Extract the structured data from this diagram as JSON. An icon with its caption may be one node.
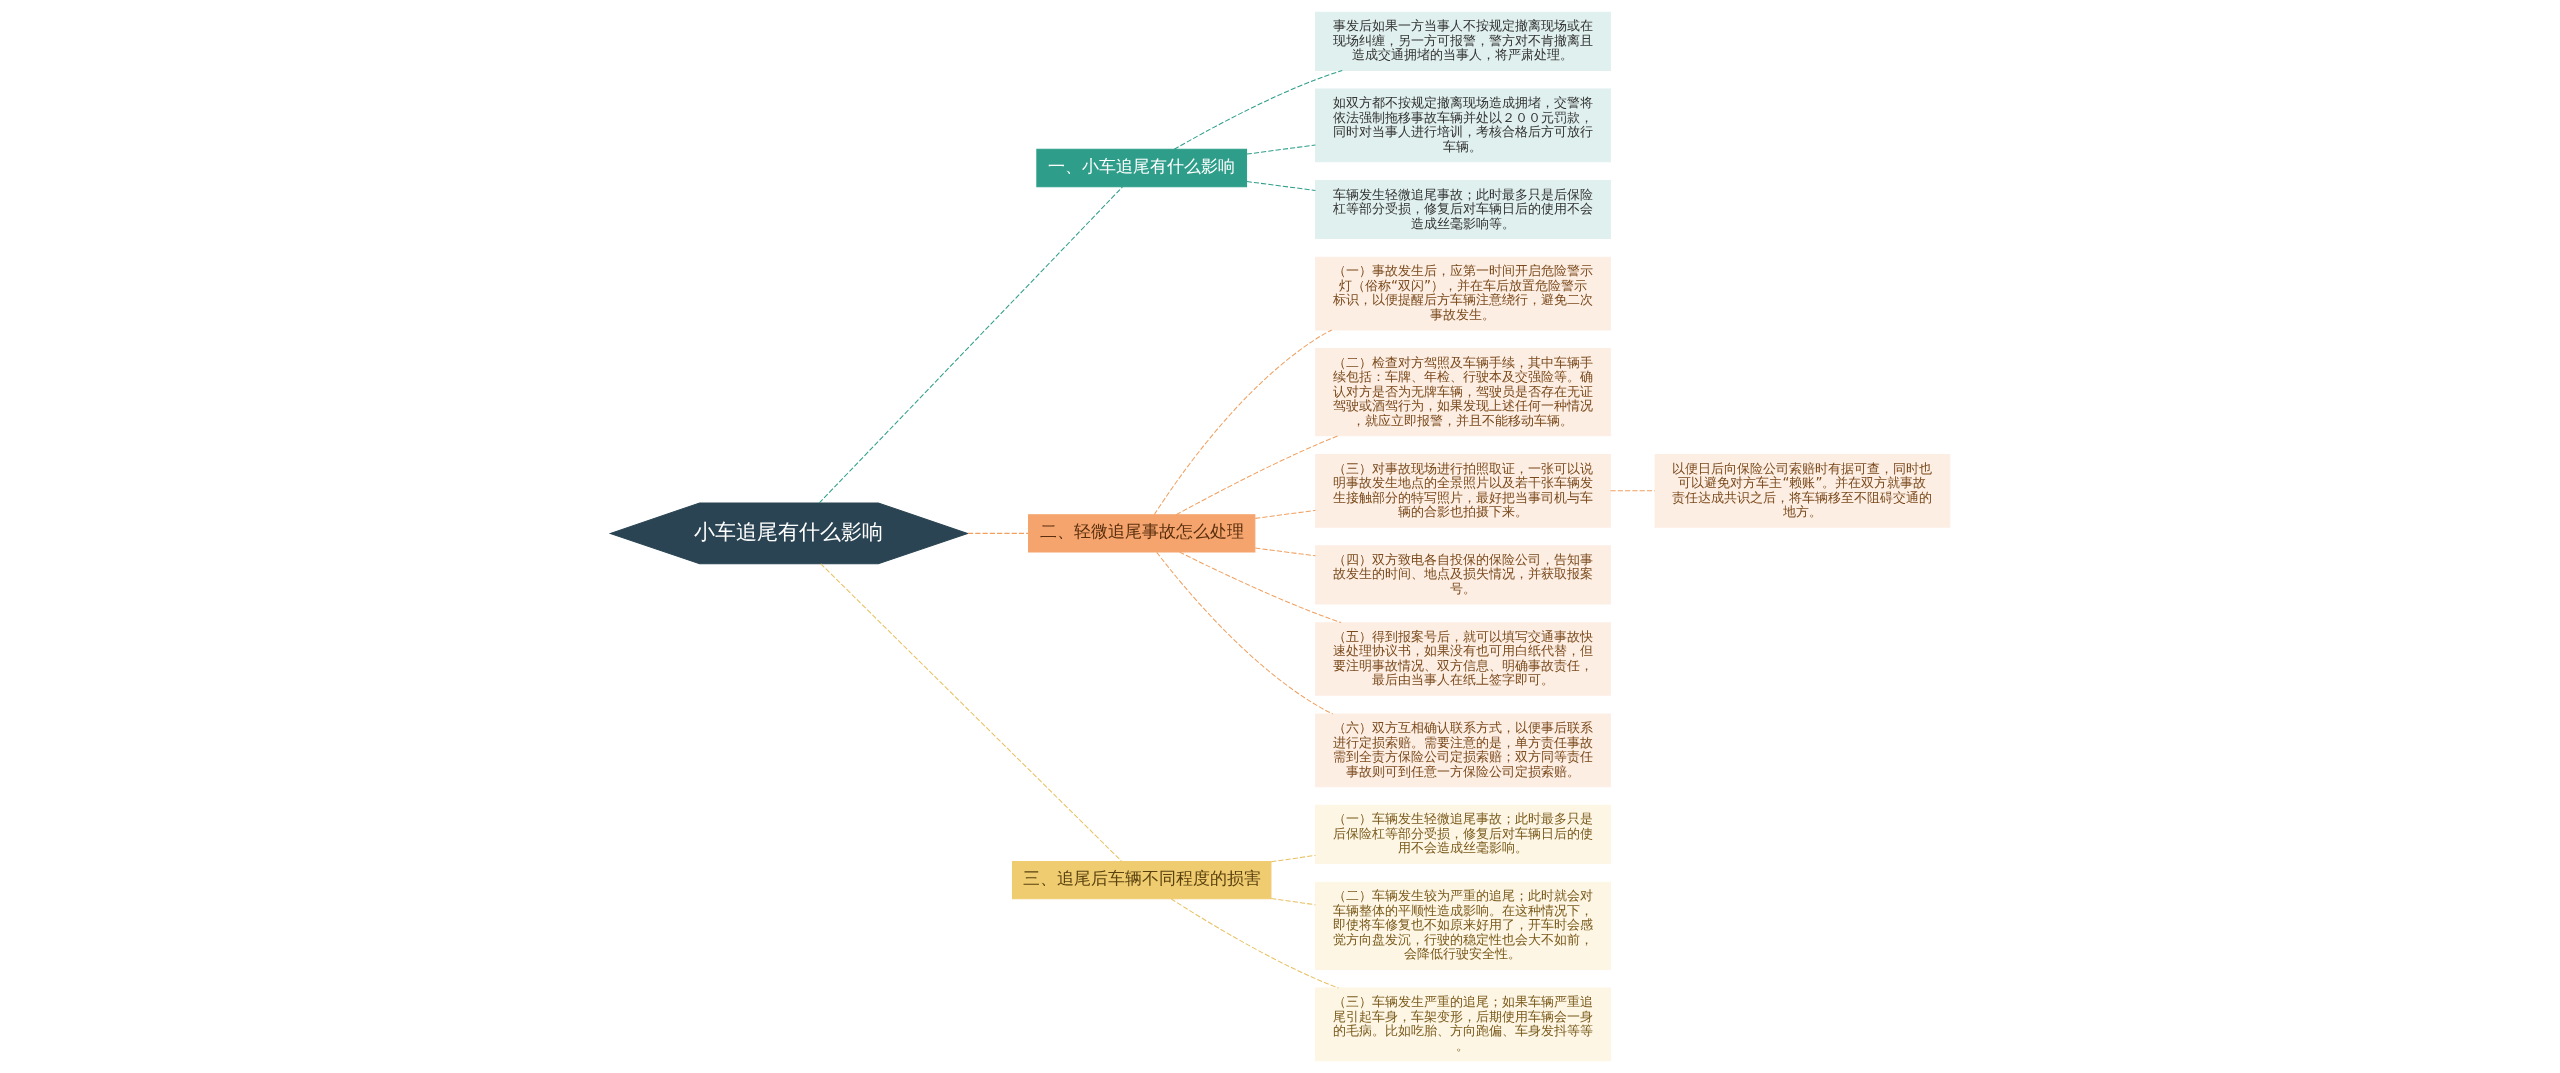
{
  "diagram": {
    "nodes": [
      {
        "text": [
          "小车追尾有什么影响"
        ]
      },
      {
        "text": [
          "一、小车追尾有什么影响"
        ]
      },
      {
        "text": [
          "事发后如果一方当事人不按规定撤离现场或在现场纠缠，另一方可报警，警方对不肯撤离且造成交通拥堵的当事人，将严肃处理。"
        ]
      },
      {
        "text": [
          "如双方都不按规定撤离现场造成拥堵，交警将依法强制拖移事故车辆并处以２００元罚款，同时对当事人进行培训，考核合格后方可放行车辆。"
        ]
      },
      {
        "text": [
          "车辆发生轻微追尾事故；此时最多只是后保险杠等部分受损，修复后对车辆日后的使用不会造成丝毫影响等。"
        ]
      },
      {
        "text": [
          "二、轻微追尾事故怎么处理"
        ]
      },
      {
        "text": [
          "（一）事故发生后，应第一时间开启危险警示灯（俗称“双闪”），并在车后放置危险警示标识，以便提醒后方车辆注意绕行，避免二次事故发生。"
        ]
      },
      {
        "text": [
          "（二）检查对方驾照及车辆手续，其中车辆手续包括：车牌、年检、行驶本及交强险等。确认对方是否为无牌车辆，驾驶员是否存在无证驾驶或酒驾行为，如果发现上述任何一种情况，就应立即报警，并且不能移动车辆。"
        ]
      },
      {
        "text": [
          "（三）对事故现场进行拍照取证，一张可以说明事故发生地点的全景照片以及若干张车辆发生接触部分的特写照片，最好把当事司机与车辆的合影也拍摄下来。"
        ]
      },
      {
        "text": [
          "以便日后向保险公司索赔时有据可查，同时也可以避免对方车主“赖账”。并在双方就事故责任达成共识之后，将车辆移至不阻碍交通的地方。"
        ]
      },
      {
        "text": [
          "（四）双方致电各自投保的保险公司，告知事故发生的时间、地点及损失情况，并获取报案号。"
        ]
      },
      {
        "text": [
          "（五）得到报案号后，就可以填写交通事故快速处理协议书，如果没有也可用白纸代替，但要注明事故情况、双方信息、明确事故责任，最后由当事人在纸上签字即可。"
        ]
      },
      {
        "text": [
          "（六）双方互相确认联系方式，以便事后联系进行定损索赔。需要注意的是，单方责任事故需到全责方保险公司定损索赔；双方同等责任事故则可到任意一方保险公司定损索赔。"
        ]
      },
      {
        "text": [
          "三、追尾后车辆不同程度的损害"
        ]
      },
      {
        "text": [
          "（一）车辆发生轻微追尾事故；此时最多只是后保险杠等部分受损，修复后对车辆日后的使用不会造成丝毫影响。"
        ]
      },
      {
        "text": [
          "（二）车辆发生较为严重的追尾；此时就会对车辆整体的平顺性造成影响。在这种情况下，即使将车修复也不如原来好用了，开车时会感觉方向盘发沉，行驶的稳定性也会大不如前，会降低行驶安全性。"
        ]
      },
      {
        "text": [
          "（三）车辆发生严重的追尾；如果车辆严重追尾引起车身，车架变形，后期使用车辆会一身的毛病。比如吃胎、方向跑偏、车身发抖等等。"
        ]
      }
    ],
    "edges": [
      {
        "from": 0,
        "to": 1,
        "arrow": "none",
        "style": "dashed",
        "color": "#2e9e8a"
      },
      {
        "from": 1,
        "to": 2,
        "arrow": "none",
        "style": "dashed",
        "color": "#2e9e8a"
      },
      {
        "from": 1,
        "to": 3,
        "arrow": "none",
        "style": "dashed",
        "color": "#2e9e8a"
      },
      {
        "from": 1,
        "to": 4,
        "arrow": "none",
        "style": "dashed",
        "color": "#2e9e8a"
      },
      {
        "from": 0,
        "to": 5,
        "arrow": "none",
        "style": "dashed"
      },
      {
        "from": 5,
        "to": 6,
        "arrow": "none",
        "style": "dashed"
      },
      {
        "from": 5,
        "to": 7,
        "arrow": "none",
        "style": "dashed"
      },
      {
        "from": 5,
        "to": 8,
        "arrow": "none",
        "style": "dashed"
      },
      {
        "from": 8,
        "to": 9,
        "arrow": "none",
        "style": "dashed"
      },
      {
        "from": 5,
        "to": 10,
        "arrow": "none",
        "style": "dashed"
      },
      {
        "from": 5,
        "to": 11,
        "arrow": "none",
        "style": "dashed"
      },
      {
        "from": 5,
        "to": 12,
        "arrow": "none",
        "style": "dashed"
      },
      {
        "from": 0,
        "to": 13,
        "arrow": "none",
        "style": "dashed",
        "color": "#e8c060"
      },
      {
        "from": 13,
        "to": 14,
        "arrow": "none",
        "style": "dashed",
        "color": "#e8c060"
      },
      {
        "from": 13,
        "to": 15,
        "arrow": "none",
        "style": "dashed",
        "color": "#e8c060"
      },
      {
        "from": 13,
        "to": 16,
        "arrow": "none",
        "style": "dashed",
        "color": "#e8c060"
      }
    ]
  }
}
